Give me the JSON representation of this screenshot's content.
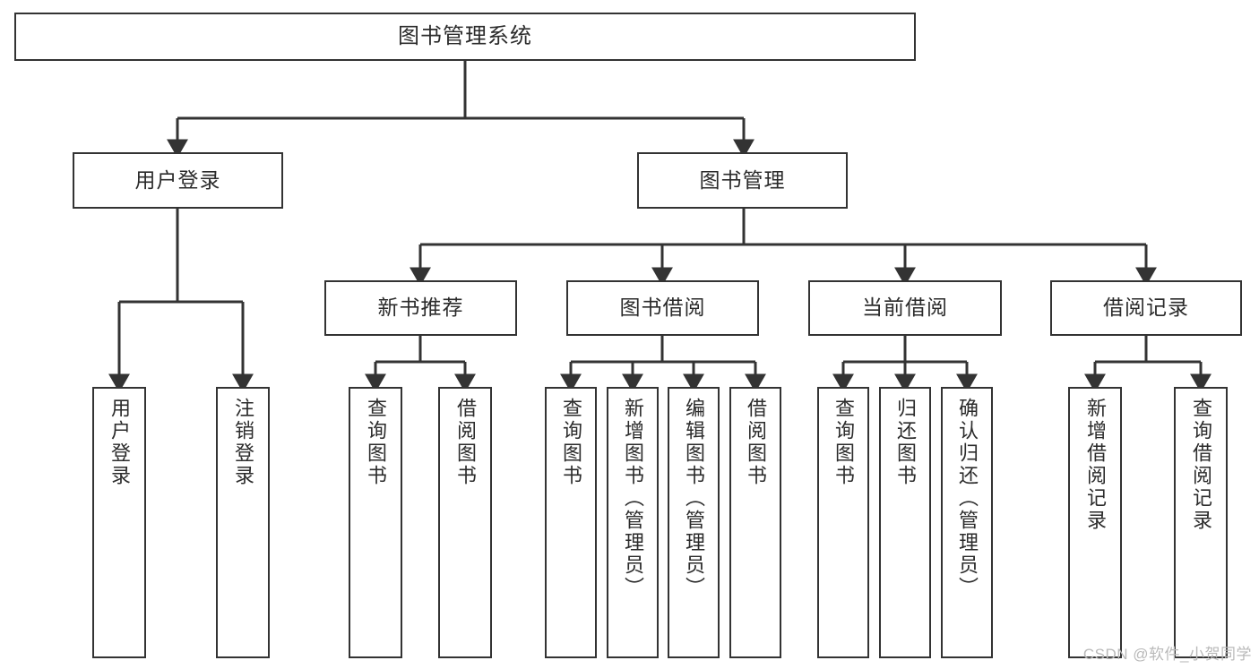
{
  "diagram": {
    "title": "图书管理系统",
    "type": "tree-hierarchy-diagram",
    "root": {
      "label": "图书管理系统"
    },
    "level2": [
      {
        "label": "用户登录"
      },
      {
        "label": "图书管理"
      }
    ],
    "level3": [
      {
        "label": "新书推荐"
      },
      {
        "label": "图书借阅"
      },
      {
        "label": "当前借阅"
      },
      {
        "label": "借阅记录"
      }
    ],
    "leaves": {
      "user_login": [
        {
          "label": "用户登录"
        },
        {
          "label": "注销登录"
        }
      ],
      "new_book_recommend": [
        {
          "label": "查询图书"
        },
        {
          "label": "借阅图书"
        }
      ],
      "book_borrow": [
        {
          "label": "查询图书"
        },
        {
          "label": "新增图书（管理员）"
        },
        {
          "label": "编辑图书（管理员）"
        },
        {
          "label": "借阅图书"
        }
      ],
      "current_borrow": [
        {
          "label": "查询图书"
        },
        {
          "label": "归还图书"
        },
        {
          "label": "确认归还（管理员）"
        }
      ],
      "borrow_record": [
        {
          "label": "新增借阅记录"
        },
        {
          "label": "查询借阅记录"
        }
      ]
    },
    "colors": {
      "border": "#333333",
      "text": "#2b2b2b",
      "background": "#ffffff",
      "connector": "#333333",
      "watermark": "#b9b9b9"
    }
  },
  "watermark": {
    "text": "CSDN @软件_小贺同学"
  }
}
